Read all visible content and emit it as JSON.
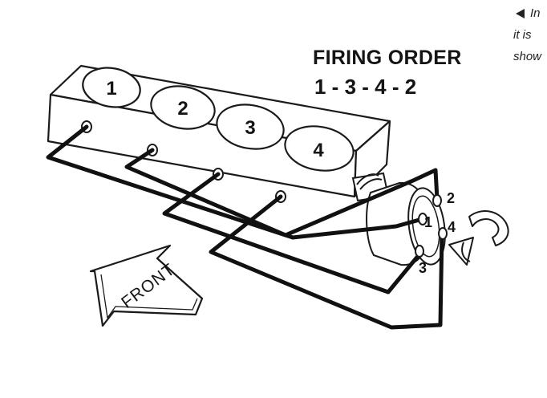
{
  "diagram": {
    "title": "FIRING ORDER",
    "firing_order": "1 - 3 - 4 - 2",
    "cylinders": [
      "1",
      "2",
      "3",
      "4"
    ],
    "distributor_terminals": [
      "2",
      "1",
      "4",
      "3"
    ],
    "front_label": "FRONT",
    "side_note_lines": [
      "In",
      "it is",
      "show"
    ]
  }
}
